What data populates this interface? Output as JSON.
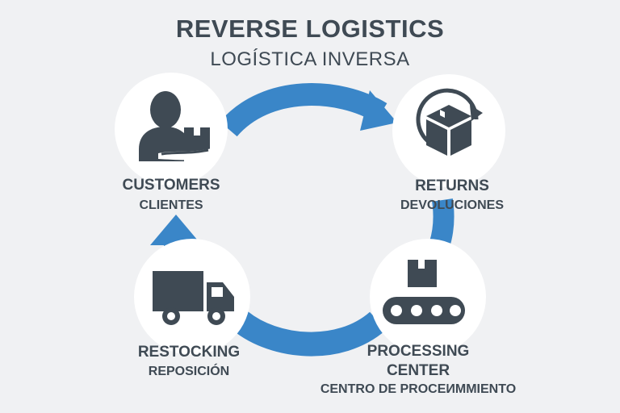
{
  "title": "REVERSE LOGISTICS",
  "subtitle": "LOGÍSTICA INVERSA",
  "colors": {
    "arrow": "#3a86c8",
    "icon": "#3f4a54",
    "node": "#ffffff",
    "background": "#f0f1f3"
  },
  "nodes": {
    "customers": {
      "label_en": "CUSTOMERS",
      "label_es": "CLIENTES",
      "icon": "person-holding-box-icon"
    },
    "returns": {
      "label_en": "RETURNS",
      "label_es": "DEVOLUCIONES",
      "icon": "box-return-icon"
    },
    "processing": {
      "label_en_1": "PROCESSING",
      "label_en_2": "CENTER",
      "label_es": "CENTRO DE PROCEИМMIENTO",
      "icon": "conveyor-box-icon"
    },
    "restocking": {
      "label_en": "RESTOCKING",
      "label_es": "REPOSICIÓN",
      "icon": "delivery-truck-icon"
    }
  }
}
